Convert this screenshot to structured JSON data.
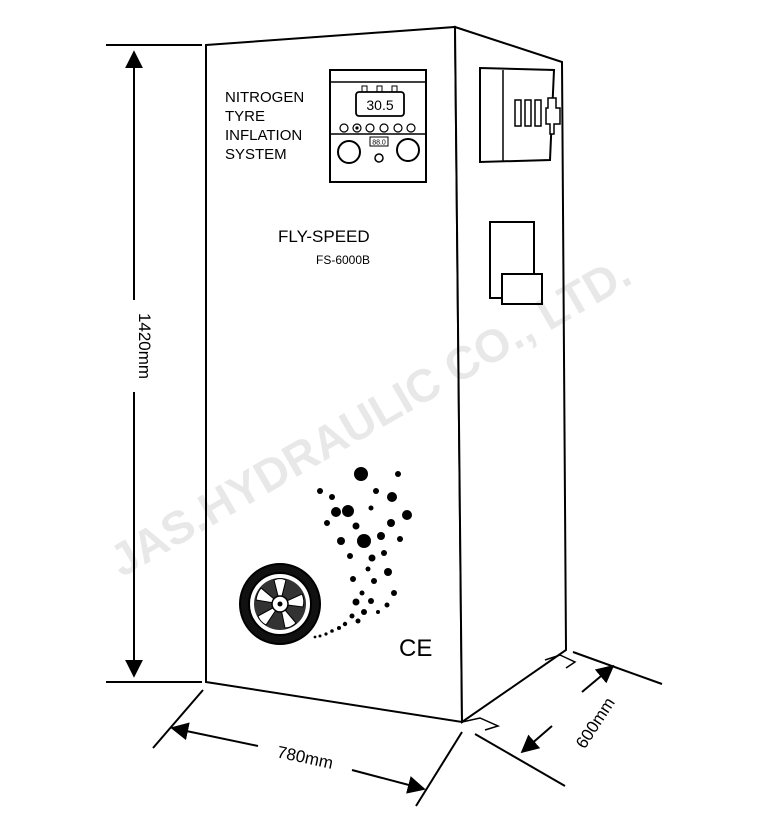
{
  "machine": {
    "title_lines": [
      "NITROGEN",
      "TYRE",
      "INFLATION",
      "SYSTEM"
    ],
    "brand": "FLY-SPEED",
    "model": "FS-6000B",
    "display_value": "30.5",
    "small_display_value": "88.0",
    "ce_mark": "CE"
  },
  "dimensions": {
    "height": "1420mm",
    "width": "780mm",
    "depth": "600mm"
  },
  "watermark": "JAS.HYDRAULIC CO., LTD."
}
